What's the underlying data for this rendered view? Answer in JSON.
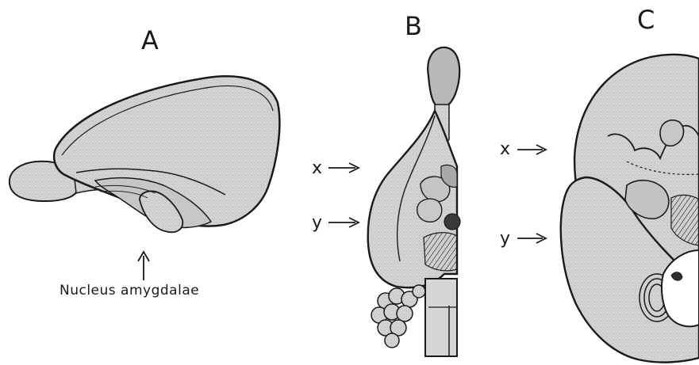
{
  "panels": {
    "a": {
      "letter": "A"
    },
    "b": {
      "letter": "B"
    },
    "c": {
      "letter": "C"
    }
  },
  "markers": {
    "b_x": "x",
    "b_y": "y",
    "c_x": "x",
    "c_y": "y"
  },
  "annotation": {
    "text": "Nucleus amygdalae"
  },
  "colors": {
    "ink": "#1a1a1a",
    "tissue": "#d4d4d4",
    "dark_tissue": "#bdbdbd",
    "background": "#ffffff"
  }
}
